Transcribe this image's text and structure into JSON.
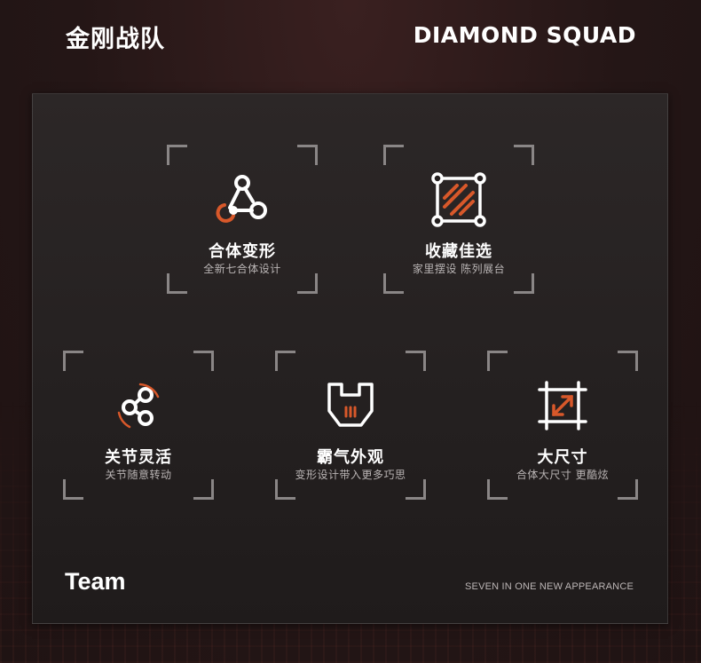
{
  "header": {
    "title_cn": "金刚战队",
    "title_en": "DIAMOND SQUAD"
  },
  "colors": {
    "accent": "#d8582a",
    "corner": "#8a8686",
    "text": "#ffffff",
    "subtext": "#b9b4b4"
  },
  "features": [
    {
      "icon": "network-nodes-icon",
      "title": "合体变形",
      "subtitle": "全新七合体设计"
    },
    {
      "icon": "display-frame-icon",
      "title": "收藏佳选",
      "subtitle": "家里摆设 陈列展台"
    },
    {
      "icon": "joint-rotation-icon",
      "title": "关节灵活",
      "subtitle": "关节随意转动"
    },
    {
      "icon": "shield-armor-icon",
      "title": "霸气外观",
      "subtitle": "变形设计带入更多巧思"
    },
    {
      "icon": "resize-frame-icon",
      "title": "大尺寸",
      "subtitle": "合体大尺寸 更酷炫"
    }
  ],
  "footer": {
    "team_label": "Team",
    "tagline": "SEVEN IN ONE NEW APPEARANCE"
  }
}
